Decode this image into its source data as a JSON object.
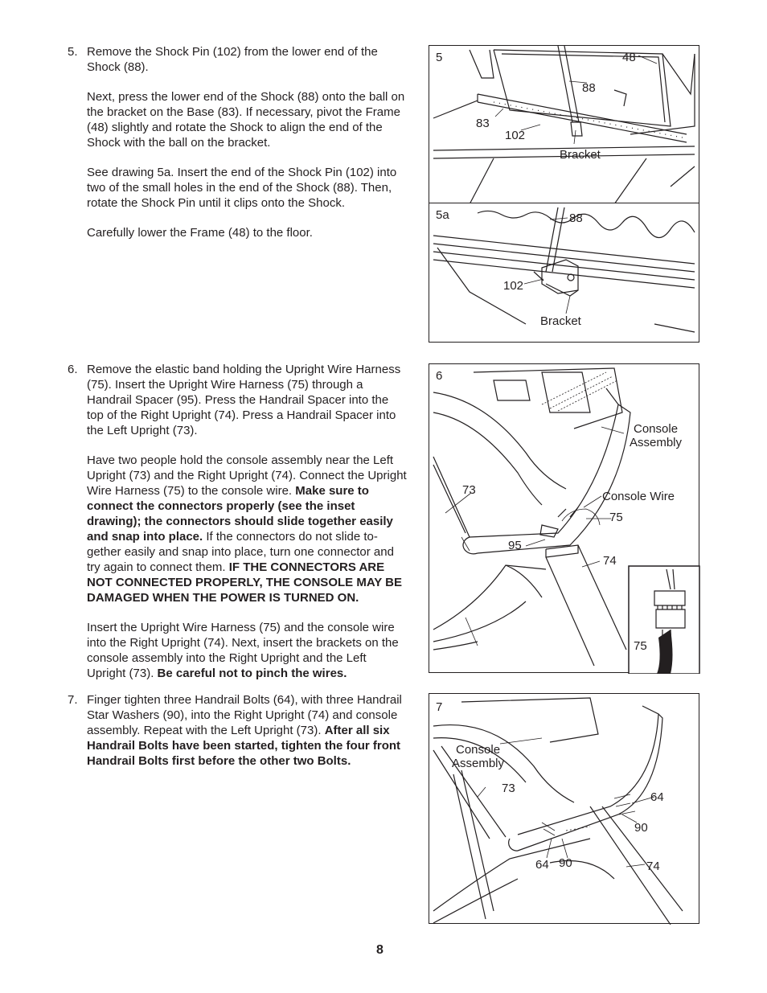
{
  "steps": [
    {
      "number": "5.",
      "paragraphs": [
        [
          {
            "t": "Remove the Shock Pin (102) from the lower end of the Shock (88)."
          }
        ],
        [
          {
            "t": "Next, press the lower end of the Shock (88) onto the ball on the bracket on the Base (83). If necessary, pivot the Frame (48) slightly and rotate the Shock to align the end of the Shock with the ball on the bracket."
          }
        ],
        [
          {
            "t": "See drawing 5a. Insert the end of the Shock Pin (102) into two of the small holes in the end of the Shock (88). Then, rotate the Shock Pin until it clips onto the Shock."
          }
        ],
        [
          {
            "t": "Carefully lower the Frame (48) to the floor."
          }
        ]
      ]
    },
    {
      "number": "6.",
      "paragraphs": [
        [
          {
            "t": "Remove the elastic band holding the Upright Wire Harness (75). Insert the Upright Wire Harness (75) through a Handrail Spacer (95). Press the Handrail Spacer into the top of the Right Upright (74). Press a Handrail Spacer into the Left Upright (73)."
          }
        ],
        [
          {
            "t": "Have two people hold the console assembly near the Left Upright (73) and the Right Upright (74). Connect the Upright Wire Harness (75) to the console wire. "
          },
          {
            "t": "Make sure to connect the connectors properly (see the inset drawing); the connectors should slide together easily and snap into place.",
            "b": true
          },
          {
            "t": " If the connectors do not slide to-gether easily and snap into place, turn one connector and try again to connect them. "
          },
          {
            "t": "IF THE CONNECTORS ARE NOT CONNECTED PROPERLY, THE CONSOLE MAY BE DAMAGED WHEN THE POWER IS TURNED ON.",
            "b": true
          }
        ],
        [
          {
            "t": "Insert the Upright Wire Harness (75) and the console wire into the Right Upright (74). Next, insert the brackets on the console assembly into the Right Upright and the Left Upright (73). "
          },
          {
            "t": "Be careful not to pinch the wires.",
            "b": true
          }
        ]
      ]
    },
    {
      "number": "7.",
      "paragraphs": [
        [
          {
            "t": "Finger tighten three Handrail Bolts (64), with three Handrail Star Washers (90), into the Right Upright (74) and console assembly. Repeat with the Left Upright (73). "
          },
          {
            "t": "After all six Handrail Bolts have been started, tighten the four front Handrail Bolts first before the other two Bolts.",
            "b": true
          }
        ]
      ]
    }
  ],
  "figures": {
    "fig5": {
      "step": "5",
      "labels": {
        "l48": "48",
        "l88": "88",
        "l83": "83",
        "l102": "102",
        "bracket": "Bracket"
      }
    },
    "fig5a": {
      "step": "5a",
      "labels": {
        "l88": "88",
        "l102": "102",
        "bracket": "Bracket"
      }
    },
    "fig6": {
      "step": "6",
      "labels": {
        "console_assembly_1": "Console",
        "console_assembly_2": "Assembly",
        "l73": "73",
        "console_wire": "Console Wire",
        "l75": "75",
        "l95": "95",
        "l74": "74",
        "inset_75": "75"
      }
    },
    "fig7": {
      "step": "7",
      "labels": {
        "console_assembly_1": "Console",
        "console_assembly_2": "Assembly",
        "l73": "73",
        "l64a": "64",
        "l90a": "90",
        "l64b": "64",
        "l90b": "90",
        "l74": "74"
      }
    }
  },
  "page_number": "8"
}
